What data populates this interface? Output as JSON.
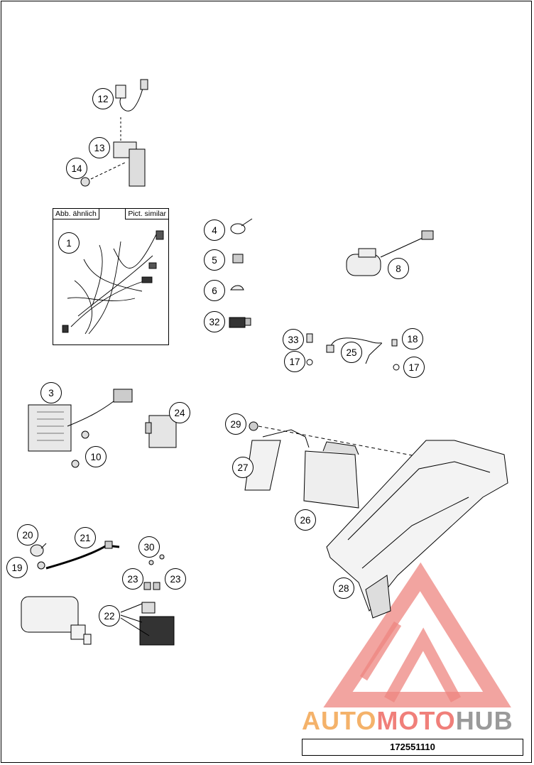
{
  "diagram": {
    "callouts": [
      {
        "id": "c12",
        "label": "12"
      },
      {
        "id": "c13",
        "label": "13"
      },
      {
        "id": "c14",
        "label": "14"
      },
      {
        "id": "c1",
        "label": "1"
      },
      {
        "id": "c4",
        "label": "4"
      },
      {
        "id": "c5",
        "label": "5"
      },
      {
        "id": "c6",
        "label": "6"
      },
      {
        "id": "c32",
        "label": "32"
      },
      {
        "id": "c8",
        "label": "8"
      },
      {
        "id": "c33",
        "label": "33"
      },
      {
        "id": "c18",
        "label": "18"
      },
      {
        "id": "c25",
        "label": "25"
      },
      {
        "id": "c17a",
        "label": "17"
      },
      {
        "id": "c17b",
        "label": "17"
      },
      {
        "id": "c3",
        "label": "3"
      },
      {
        "id": "c24",
        "label": "24"
      },
      {
        "id": "c10",
        "label": "10"
      },
      {
        "id": "c29",
        "label": "29"
      },
      {
        "id": "c27",
        "label": "27"
      },
      {
        "id": "c26",
        "label": "26"
      },
      {
        "id": "c20",
        "label": "20"
      },
      {
        "id": "c21",
        "label": "21"
      },
      {
        "id": "c30",
        "label": "30"
      },
      {
        "id": "c19",
        "label": "19"
      },
      {
        "id": "c23a",
        "label": "23"
      },
      {
        "id": "c23b",
        "label": "23"
      },
      {
        "id": "c22",
        "label": "22"
      },
      {
        "id": "c28",
        "label": "28"
      }
    ],
    "harness_box": {
      "label_left": "Abb. ähnlich",
      "label_right": "Pict. similar"
    },
    "watermark": {
      "part1": "AUTO",
      "part2": "MOTO",
      "part3": "HUB"
    },
    "part_number": "172551110"
  },
  "colors": {
    "watermark_red": "#ee8680",
    "watermark_orange": "#f4b26a",
    "watermark_grey": "#9a9a9a",
    "line": "#000000"
  }
}
